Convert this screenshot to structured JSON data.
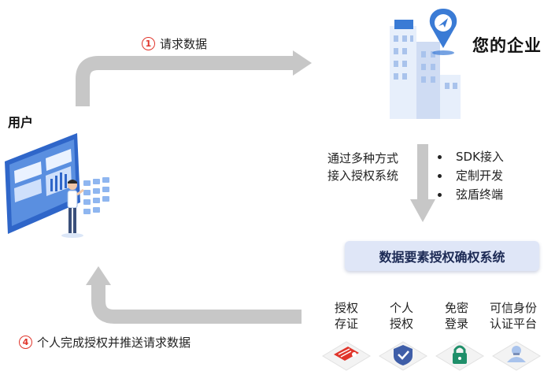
{
  "steps": {
    "step1": {
      "num": "1",
      "label": "请求数据"
    },
    "step4": {
      "num": "4",
      "label": "个人完成授权并推送请求数据"
    }
  },
  "user": {
    "label": "用户"
  },
  "company": {
    "label": "您的企业"
  },
  "integration": {
    "method_lines": [
      "通过多种方式",
      "接入授权系统"
    ],
    "options": [
      "SDK接入",
      "定制开发",
      "弦盾终端"
    ]
  },
  "system": {
    "label": "数据要素授权确权系统"
  },
  "features": [
    {
      "lines": [
        "授权",
        "存证"
      ],
      "icon": "certificate-icon"
    },
    {
      "lines": [
        "个人",
        "授权"
      ],
      "icon": "shield-check-icon"
    },
    {
      "lines": [
        "免密",
        "登录"
      ],
      "icon": "padlock-icon"
    },
    {
      "lines": [
        "可信身份",
        "认证平台"
      ],
      "icon": "id-person-icon"
    }
  ],
  "colors": {
    "arrow": "#c7c7c7",
    "accent_red": "#e0352b",
    "box_bg": "#dfe6f7",
    "building_blue": "#3a7bd5"
  }
}
